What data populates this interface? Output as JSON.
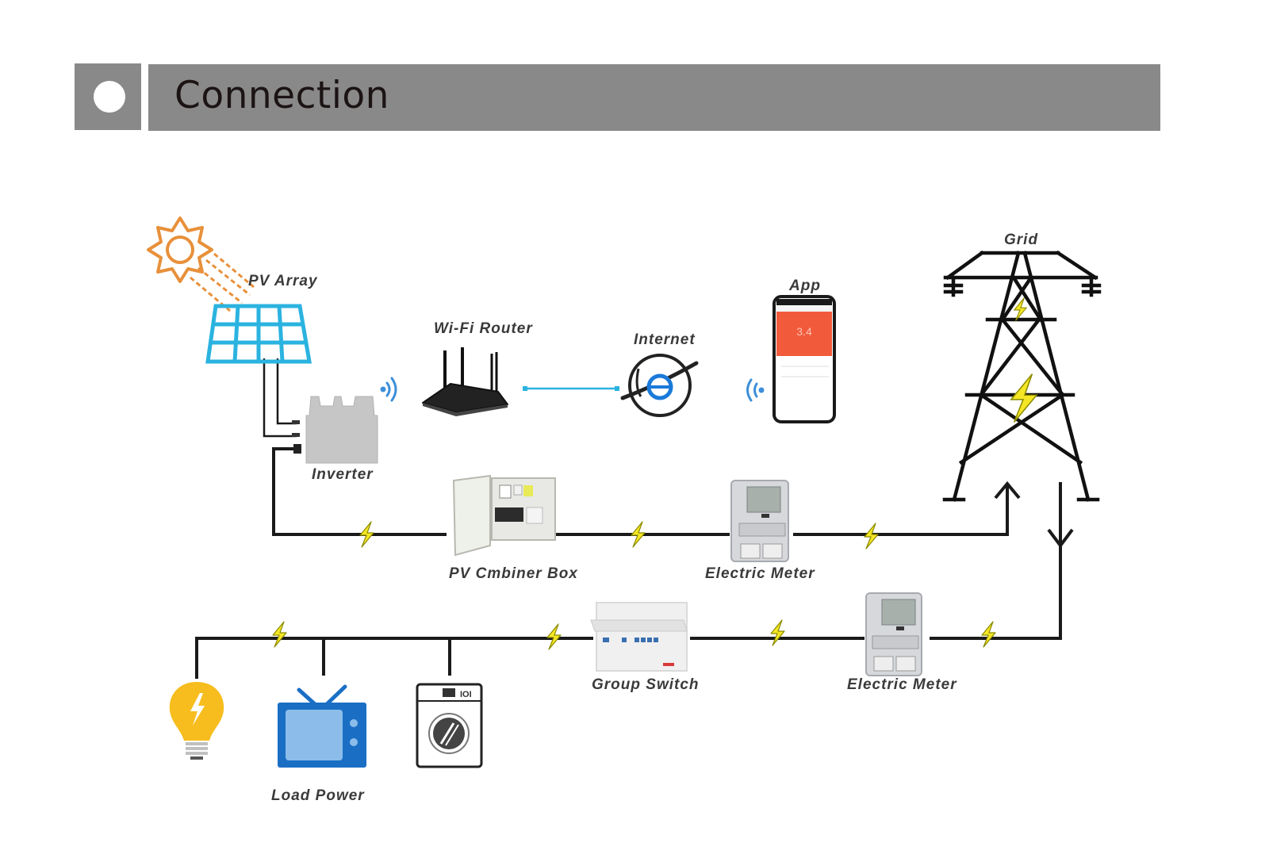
{
  "header": {
    "title": "Connection"
  },
  "labels": {
    "pv_array": "PV Array",
    "wifi_router": "Wi-Fi Router",
    "internet": "Internet",
    "app": "App",
    "grid": "Grid",
    "inverter": "Inverter",
    "combiner_box": "PV Cmbiner Box",
    "electric_meter_1": "Electric Meter",
    "group_switch": "Group Switch",
    "electric_meter_2": "Electric Meter",
    "load_power": "Load Power"
  },
  "app_screen": {
    "value": "3.4"
  },
  "colors": {
    "header_bg": "#898989",
    "sun": "#e8903a",
    "panel": "#2bb3e0",
    "wire": "#1a1a1a",
    "bolt": "#f5e625",
    "signal": "#3d8fd9",
    "app_accent": "#f25a3c",
    "tv": "#1a6fc4",
    "bulb": "#f7bd1e"
  },
  "flow": {
    "generation_path": [
      "PV Array",
      "Inverter",
      "PV Cmbiner Box",
      "Electric Meter",
      "Grid"
    ],
    "consumption_path": [
      "Grid",
      "Electric Meter",
      "Group Switch",
      "Load Power"
    ],
    "monitoring_path": [
      "Inverter",
      "Wi-Fi Router",
      "Internet",
      "App"
    ]
  }
}
